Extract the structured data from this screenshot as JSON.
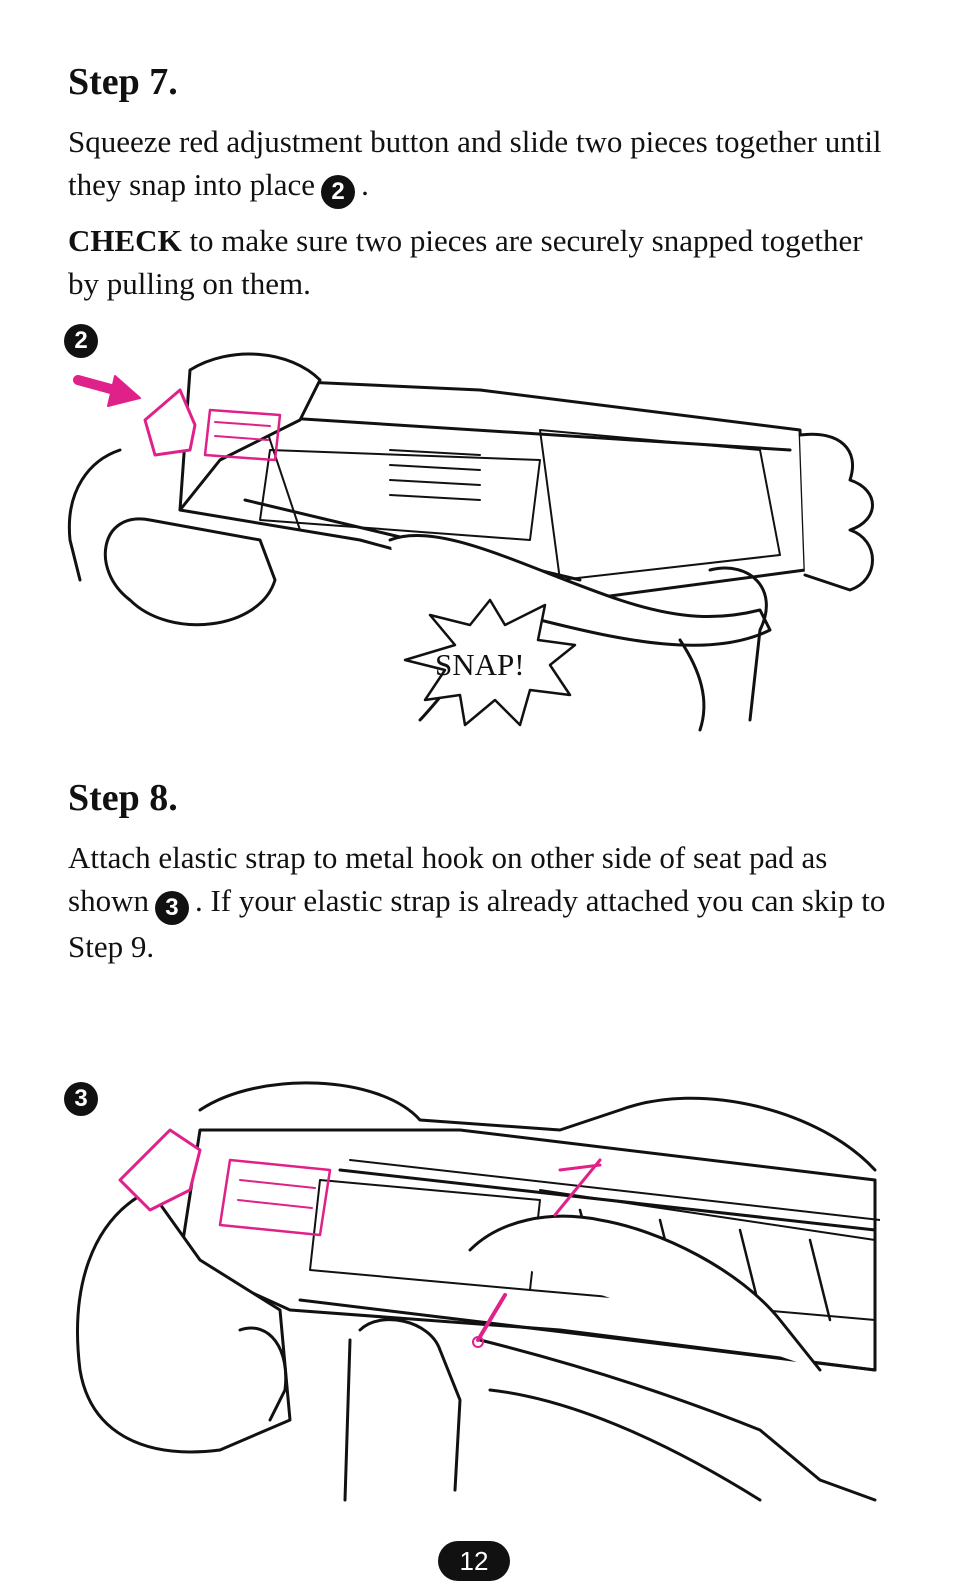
{
  "step7": {
    "heading": "Step 7.",
    "para1_text": "Squeeze red adjustment button and slide two pieces together until they snap into place",
    "para1_badge": "2",
    "para1_end": ".",
    "check_bold": "CHECK",
    "check_text": " to make sure two pieces are securely snapped together by pulling on them.",
    "figure_badge": "2",
    "snap_label": "SNAP!"
  },
  "step8": {
    "heading": "Step 8.",
    "para_text1": "Attach elastic strap to metal hook on other side of seat pad as shown",
    "para_badge": "3",
    "para_text2": ". If your elastic strap is already attached you can skip to Step 9.",
    "figure_badge": "3"
  },
  "page_number": "12",
  "colors": {
    "accent": "#e0218a",
    "ink": "#111111"
  },
  "figure_descriptions": {
    "figure2": "seat-assembly-snap-illustration",
    "figure3": "elastic-strap-hook-illustration"
  }
}
